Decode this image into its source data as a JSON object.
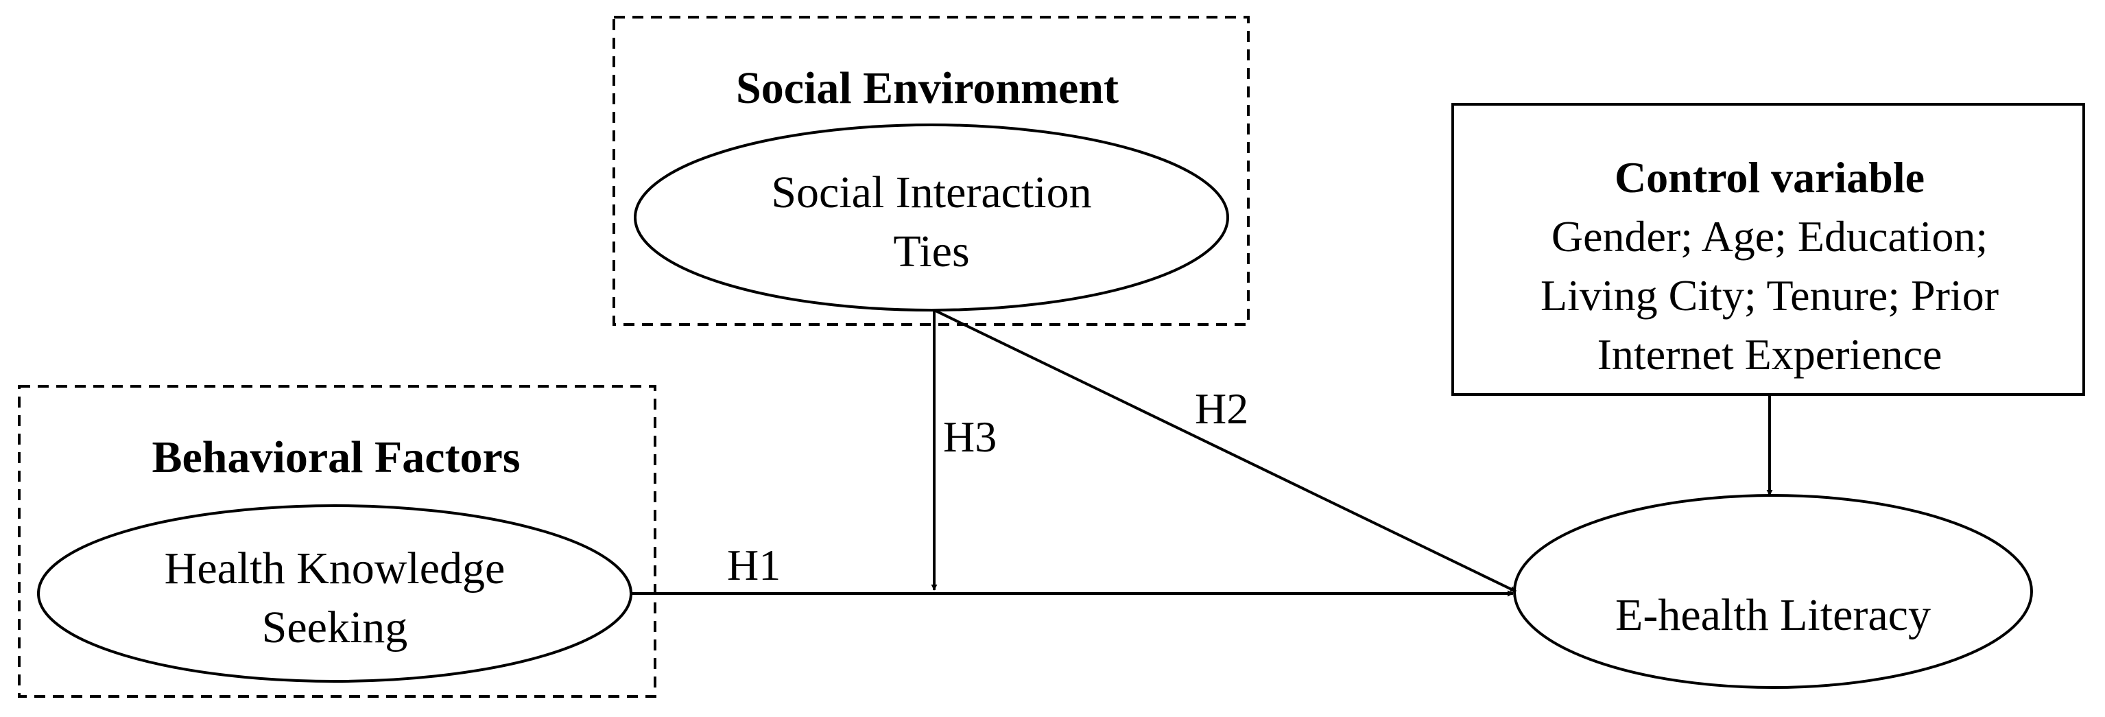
{
  "groups": {
    "social_environment": {
      "title": "Social Environment"
    },
    "behavioral_factors": {
      "title": "Behavioral Factors"
    }
  },
  "nodes": {
    "social_interaction_ties": {
      "lines": [
        "Social Interaction",
        "Ties"
      ]
    },
    "health_knowledge_seeking": {
      "lines": [
        "Health Knowledge",
        "Seeking"
      ]
    },
    "ehealth_literacy": {
      "lines": [
        "E-health Literacy"
      ]
    }
  },
  "control": {
    "title": "Control variable",
    "lines": [
      "Gender; Age; Education;",
      "Living City; Tenure; Prior",
      "Internet Experience"
    ]
  },
  "edges": {
    "h1": {
      "label": "H1"
    },
    "h2": {
      "label": "H2"
    },
    "h3": {
      "label": "H3"
    }
  },
  "colors": {
    "stroke": "#000000",
    "background": "#ffffff"
  }
}
